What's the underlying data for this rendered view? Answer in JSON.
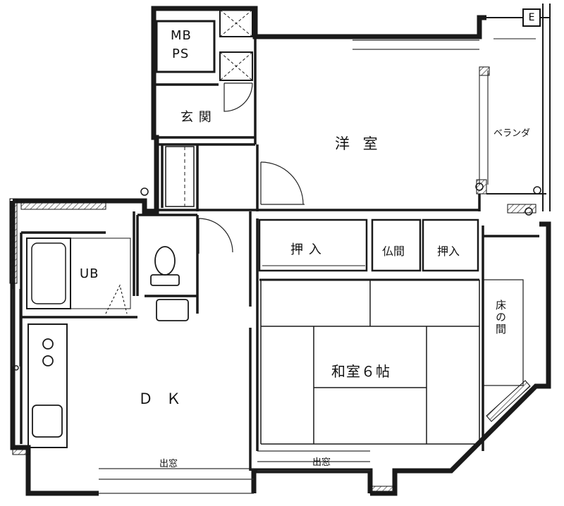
{
  "rooms": {
    "mbps_line1": "MB",
    "mbps_line2": "PS",
    "entrance": "玄 関",
    "western_room": "洋 室",
    "balcony": "ベランダ",
    "closet_left": "押 入",
    "butsuma": "仏間",
    "closet_right": "押入",
    "tokonoma": "床の間",
    "unit_bath": "UB",
    "japanese_room": "和室６帖",
    "dining_kitchen": "Ｄ Ｋ",
    "bay_window_left": "出窓",
    "bay_window_right": "出窓"
  },
  "markers": {
    "compass_e": "E"
  },
  "colors": {
    "wall": "#1a1a1a",
    "line": "#333333",
    "background": "#ffffff"
  }
}
